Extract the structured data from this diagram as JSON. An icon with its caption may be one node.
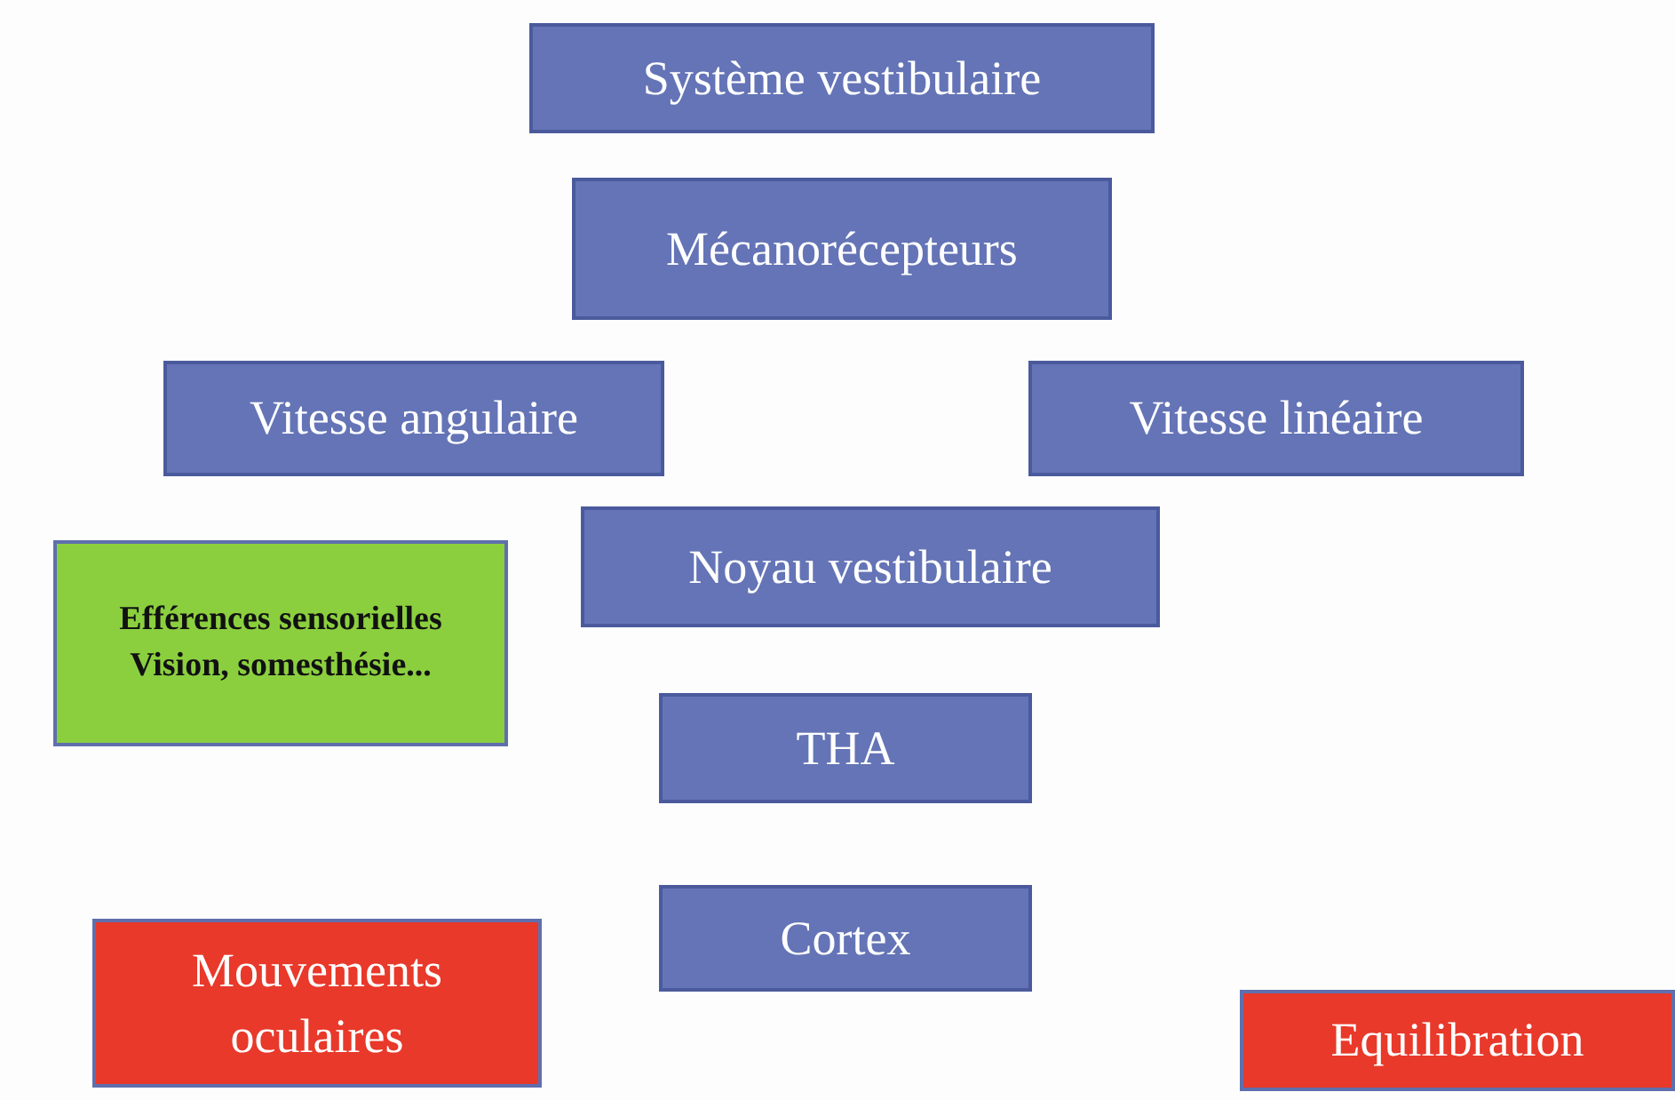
{
  "diagram": {
    "nodes": [
      {
        "text": [
          "Système vestibulaire"
        ]
      },
      {
        "text": [
          "Mécanorécepteurs"
        ]
      },
      {
        "text": [
          "Vitesse angulaire"
        ]
      },
      {
        "text": [
          "Vitesse linéaire"
        ]
      },
      {
        "text": [
          "Noyau vestibulaire"
        ]
      },
      {
        "text": [
          "Efférences sensorielles Vision, somesthésie..."
        ]
      },
      {
        "text": [
          "THA"
        ]
      },
      {
        "text": [
          "Cortex"
        ]
      },
      {
        "text": [
          "Mouvements oculaires"
        ]
      },
      {
        "text": [
          "Equilibration"
        ]
      }
    ]
  }
}
